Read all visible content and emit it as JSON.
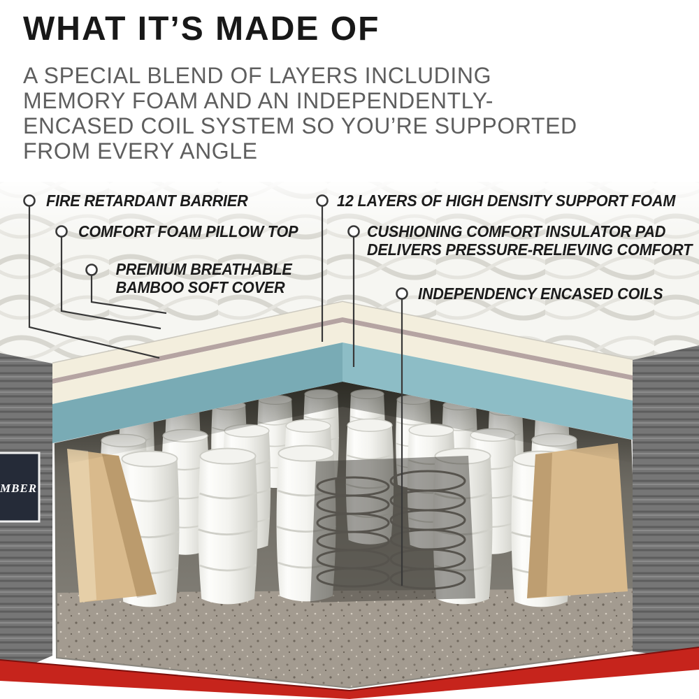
{
  "header": {
    "title": "WHAT IT’S MADE OF",
    "subtitle_lines": [
      "A SPECIAL BLEND OF LAYERS INCLUDING",
      "MEMORY FOAM AND AN INDEPENDENTLY-",
      "ENCASED COIL SYSTEM SO YOU’RE SUPPORTED",
      "FROM EVERY ANGLE"
    ]
  },
  "callouts": {
    "fire_retardant_barrier": {
      "label": "FIRE RETARDANT BARRIER"
    },
    "comfort_foam_pillow_top": {
      "label": "COMFORT FOAM PILLOW TOP"
    },
    "bamboo_soft_cover": {
      "line1": "PREMIUM BREATHABLE",
      "line2": "BAMBOO SOFT COVER"
    },
    "high_density_support_foam": {
      "label": "12 LAYERS OF HIGH DENSITY SUPPORT FOAM"
    },
    "comfort_insulator_pad": {
      "line1": "CUSHIONING COMFORT INSULATOR PAD",
      "line2": "DELIVERS PRESSURE-RELIEVING COMFORT"
    },
    "independency_encased_coils": {
      "label": "INDEPENDENCY ENCASED COILS"
    }
  },
  "mattress": {
    "side_tag_text": "MBER",
    "colors": {
      "teal_foam": "#84b8c2",
      "cream_foam": "#f3eedd",
      "insulator_mauve": "#b5a4a2",
      "wedge_tan": "#d9ba8c",
      "red_trim": "#c6241c",
      "felt_gray": "#a39b90",
      "side_fabric_gray": "#767676"
    }
  }
}
